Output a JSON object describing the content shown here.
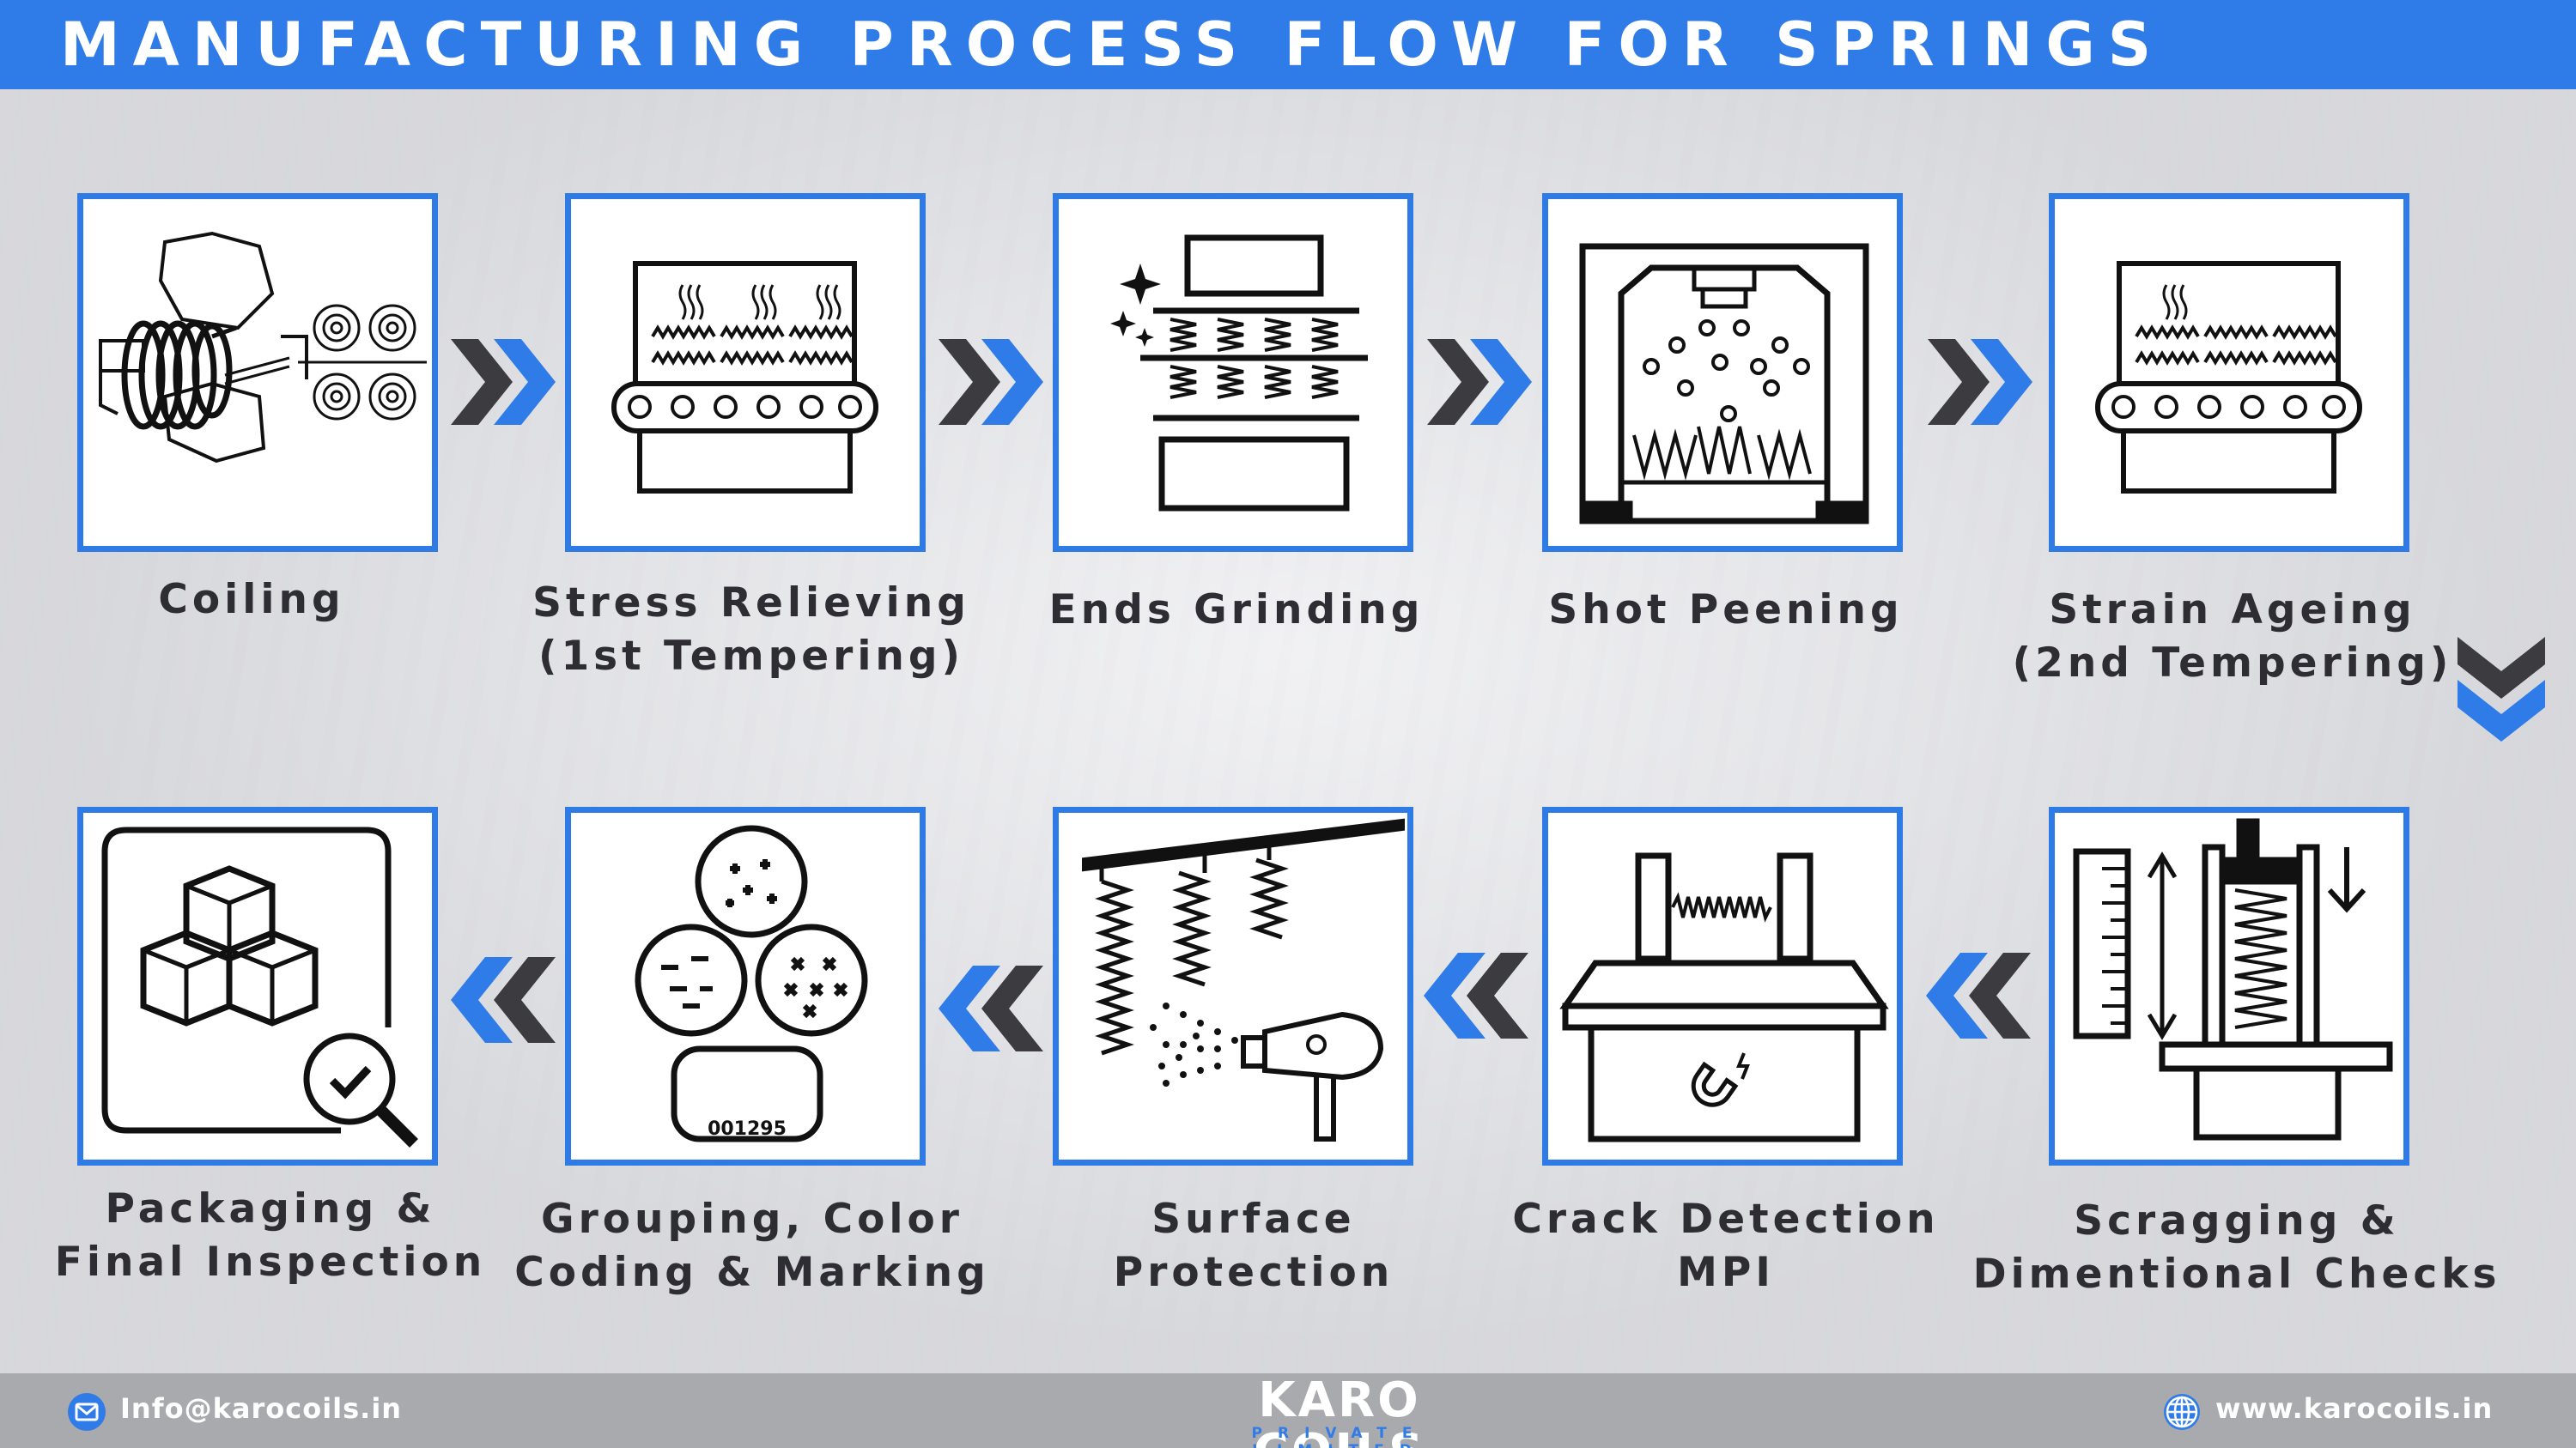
{
  "title": "MANUFACTURING PROCESS FLOW FOR SPRINGS",
  "colors": {
    "accent": "#2f7ce8",
    "arrow_dark": "#3b3b40",
    "text": "#2d2d33",
    "footer": "#a9aaad"
  },
  "steps": [
    {
      "line1": "Coiling",
      "line2": "",
      "icon": "coiling-machine-icon"
    },
    {
      "line1": "Stress Relieving",
      "line2": "(1st Tempering)",
      "icon": "conveyor-oven-icon"
    },
    {
      "line1": "Ends Grinding",
      "line2": "",
      "icon": "grinding-press-icon"
    },
    {
      "line1": "Shot Peening",
      "line2": "",
      "icon": "shot-peening-chamber-icon"
    },
    {
      "line1": "Strain Ageing",
      "line2": "(2nd Tempering)",
      "icon": "conveyor-oven-icon"
    },
    {
      "line1": "Scragging &",
      "line2": "Dimentional Checks",
      "icon": "scragging-press-icon"
    },
    {
      "line1": "Crack Detection",
      "line2": "MPI",
      "icon": "magnetic-crack-detector-icon"
    },
    {
      "line1": "Surface",
      "line2": "Protection",
      "icon": "spray-gun-icon"
    },
    {
      "line1": "Grouping, Color",
      "line2": "Coding & Marking",
      "icon": "color-coding-icon"
    },
    {
      "line1": "Packaging &",
      "line2": "Final Inspection",
      "icon": "package-inspection-icon"
    }
  ],
  "box_text": {
    "code": "001295"
  },
  "footer": {
    "email": "Info@karocoils.in",
    "website": "www.karocoils.in",
    "logo": "KARO COILS",
    "logo_sub": "PRIVATE LIMITED"
  }
}
